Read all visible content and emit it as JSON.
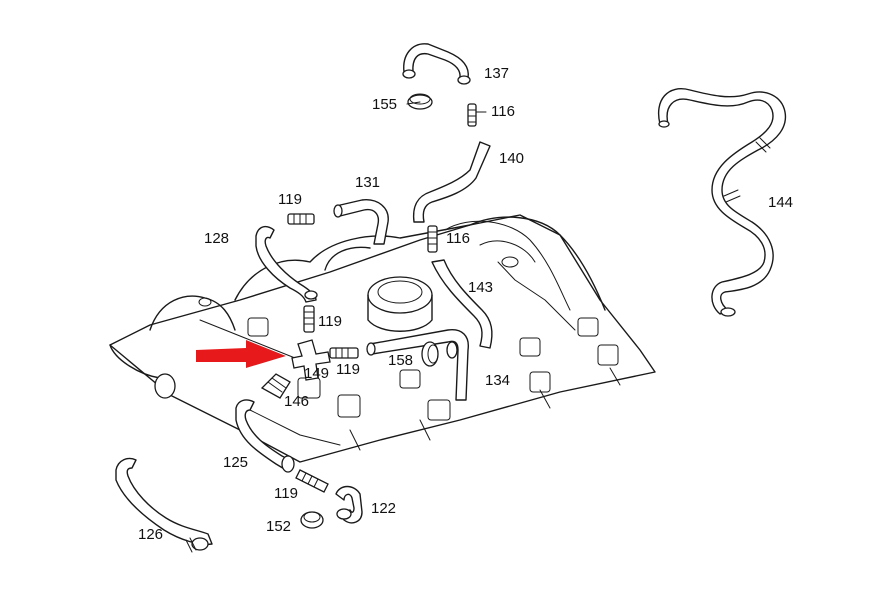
{
  "diagram": {
    "accent_color": "#e8191a",
    "arrow": {
      "color": "#e8191a",
      "direction": "right"
    },
    "callouts": {
      "c137": "137",
      "c155": "155",
      "c116a": "116",
      "c140": "140",
      "c144": "144",
      "c131": "131",
      "c119a": "119",
      "c128": "128",
      "c116b": "116",
      "c143": "143",
      "c119b": "119",
      "c158": "158",
      "c149": "149",
      "c119c": "119",
      "c134": "134",
      "c146": "146",
      "c125": "125",
      "c119d": "119",
      "c122": "122",
      "c152": "152",
      "c126": "126"
    }
  }
}
